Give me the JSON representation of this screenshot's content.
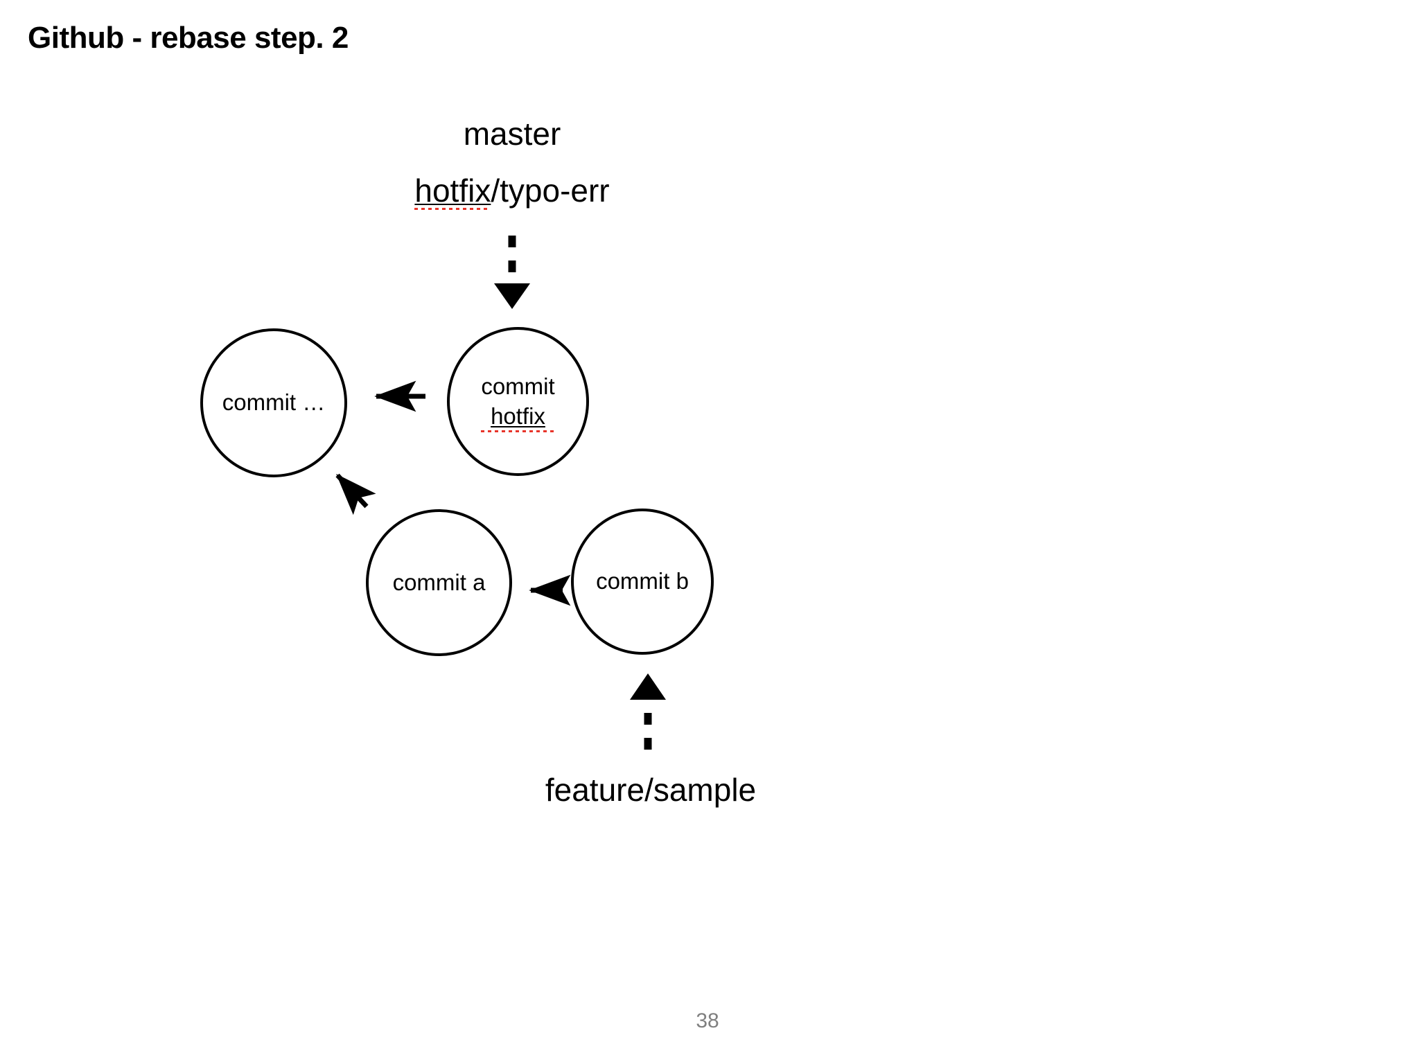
{
  "slide": {
    "title": "Github - rebase step. 2",
    "page_number": "38",
    "background_color": "#ffffff",
    "text_color": "#000000",
    "page_number_color": "#808080",
    "spellcheck_underline_color": "#e8342a"
  },
  "branches": {
    "master": {
      "label": "master"
    },
    "hotfix": {
      "misspelled_part": "hotfix",
      "rest": "/typo-err"
    },
    "feature": {
      "label": "feature/sample"
    }
  },
  "nodes": {
    "commit_dots": {
      "label": "commit …"
    },
    "commit_hotfix": {
      "line1": "commit",
      "line2": "hotfix"
    },
    "commit_a": {
      "label": "commit a"
    },
    "commit_b": {
      "label": "commit b"
    }
  },
  "arrows": {
    "master_to_hotfix_commit": {
      "style": "dashed",
      "direction": "down"
    },
    "hotfix_commit_to_dots": {
      "style": "solid",
      "direction": "left"
    },
    "commit_a_to_dots": {
      "style": "solid",
      "direction": "up-left"
    },
    "commit_b_to_a": {
      "style": "solid",
      "direction": "left"
    },
    "feature_to_commit_b": {
      "style": "dashed",
      "direction": "up"
    }
  }
}
